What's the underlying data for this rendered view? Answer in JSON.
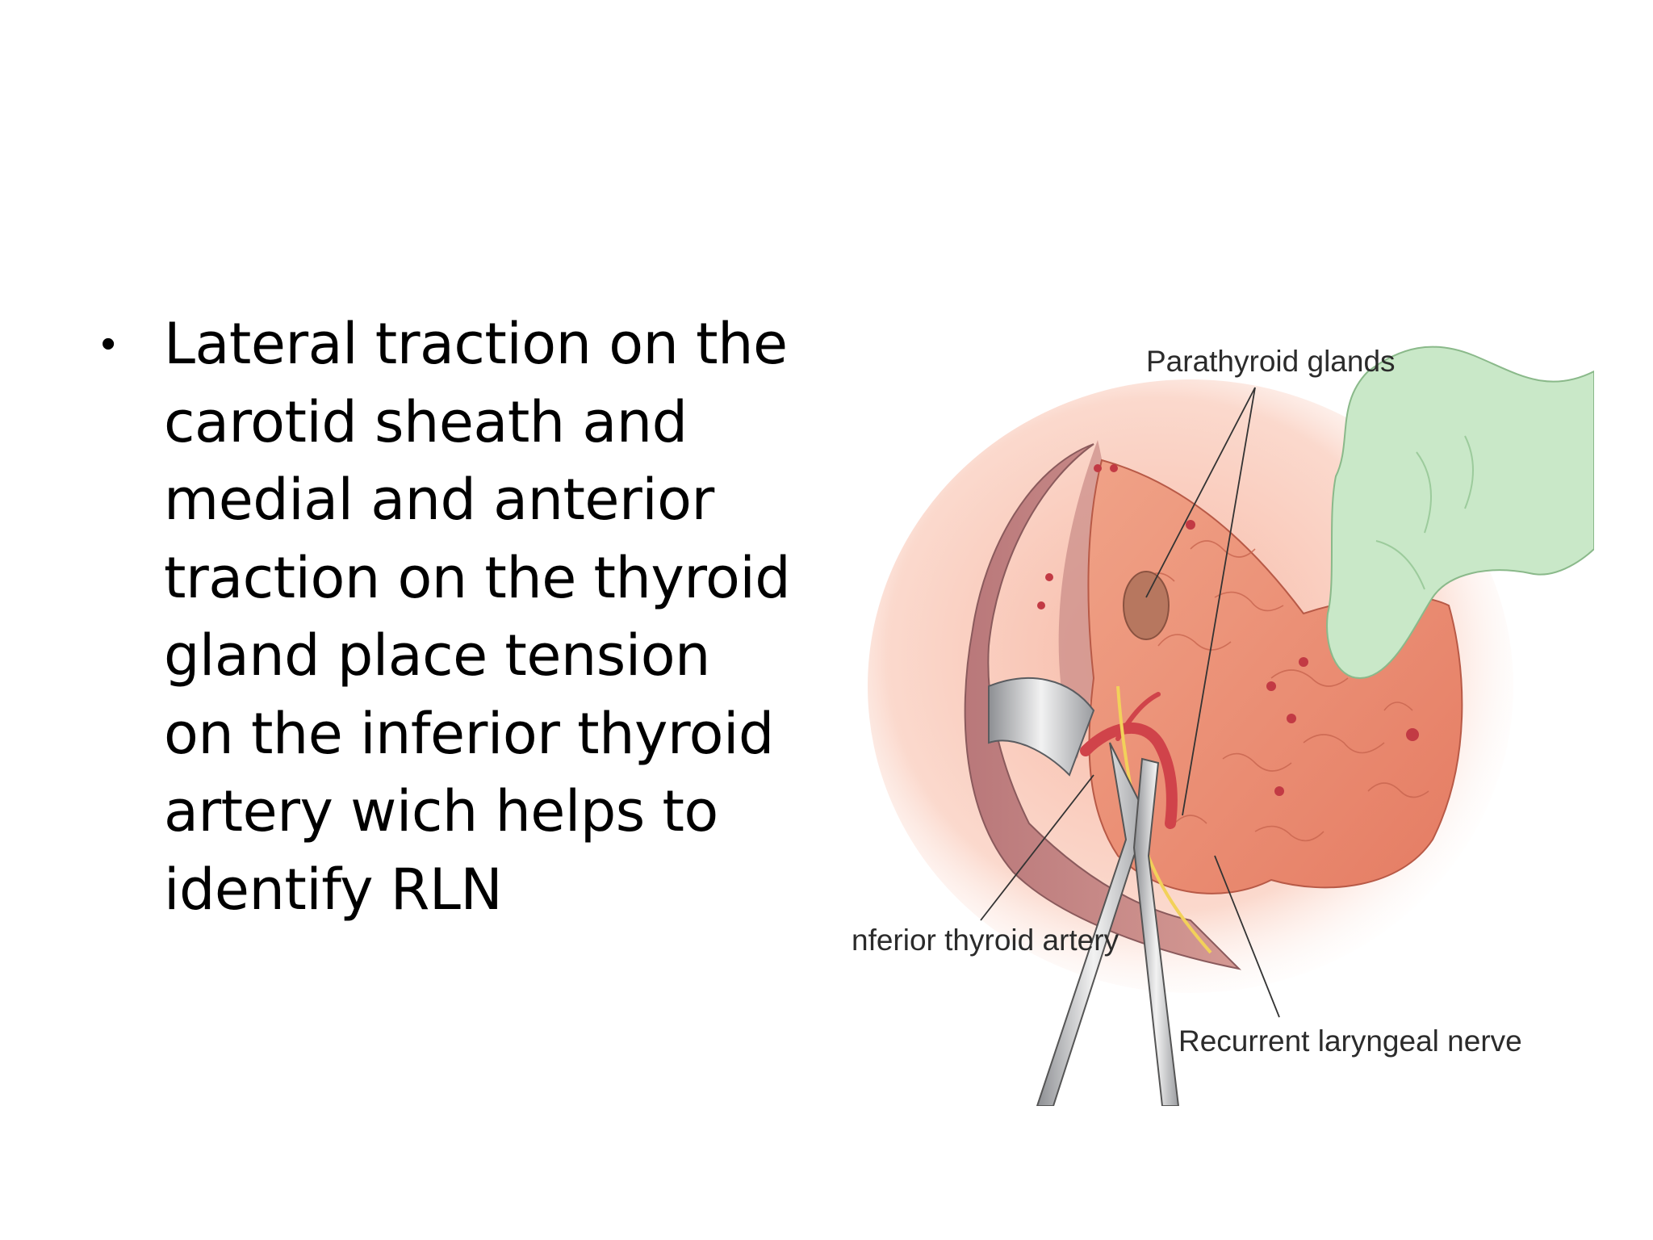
{
  "slide": {
    "bullets": [
      "Lateral traction on the carotid sheath and medial and anterior traction on the thyroid gland place tension on the inferior thyroid artery wich helps to identify RLN"
    ]
  },
  "figure": {
    "labels": {
      "parathyroid": "Parathyroid glands",
      "inferior_artery": "nferior thyroid artery",
      "recurrent_nerve": "Recurrent laryngeal nerve"
    }
  }
}
